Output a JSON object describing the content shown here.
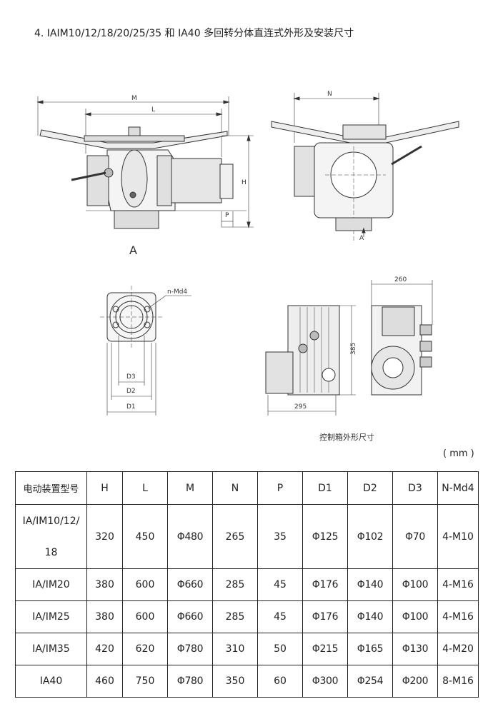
{
  "title": "4. IAIM10/12/18/20/25/35 和 IA40 多回转分体直连式外形及安装尺寸",
  "drawing_labels": {
    "M": "M",
    "L": "L",
    "H": "H",
    "P": "P",
    "A": "A",
    "N": "N",
    "A_arrow": "A",
    "n_md4": "n-Md4",
    "D3": "D3",
    "D2": "D2",
    "D1": "D1",
    "w260": "260",
    "h385": "385",
    "w295": "295"
  },
  "caption": "控制箱外形尺寸",
  "unit": "( mm )",
  "table": {
    "headers": [
      "电动装置型号",
      "H",
      "L",
      "M",
      "N",
      "P",
      "D1",
      "D2",
      "D3",
      "N-Md4"
    ],
    "rows": [
      {
        "model": "IA/IM10/12/",
        "model2": "18",
        "H": "320",
        "L": "450",
        "M": "Φ480",
        "N": "265",
        "P": "35",
        "D1": "Φ125",
        "D2": "Φ102",
        "D3": "Φ70",
        "NMd4": "4-M10"
      },
      {
        "model": "IA/IM20",
        "H": "380",
        "L": "600",
        "M": "Φ660",
        "N": "285",
        "P": "45",
        "D1": "Φ176",
        "D2": "Φ140",
        "D3": "Φ100",
        "NMd4": "4-M16"
      },
      {
        "model": "IA/IM25",
        "H": "380",
        "L": "600",
        "M": "Φ660",
        "N": "285",
        "P": "45",
        "D1": "Φ176",
        "D2": "Φ140",
        "D3": "Φ100",
        "NMd4": "4-M16"
      },
      {
        "model": "IA/IM35",
        "H": "420",
        "L": "620",
        "M": "Φ780",
        "N": "310",
        "P": "50",
        "D1": "Φ215",
        "D2": "Φ165",
        "D3": "Φ130",
        "NMd4": "4-M20"
      },
      {
        "model": "IA40",
        "H": "460",
        "L": "750",
        "M": "Φ780",
        "N": "350",
        "P": "60",
        "D1": "Φ300",
        "D2": "Φ254",
        "D3": "Φ200",
        "NMd4": "8-M16"
      }
    ]
  }
}
